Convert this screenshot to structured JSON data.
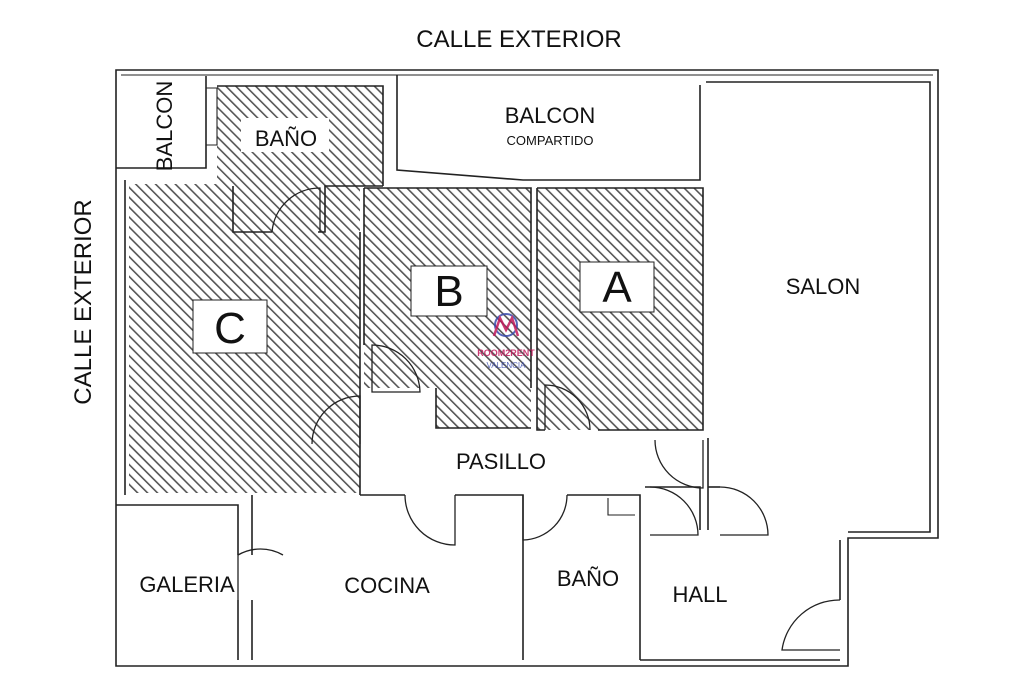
{
  "streets": {
    "top": "CALLE EXTERIOR",
    "left": "CALLE EXTERIOR"
  },
  "rooms": {
    "balcon_small": "BALCON",
    "bano_top": "BAÑO",
    "balcon_shared": "BALCON",
    "balcon_shared_sub": "COMPARTIDO",
    "room_c": "C",
    "room_b": "B",
    "room_a": "A",
    "salon": "SALON",
    "pasillo": "PASILLO",
    "galeria": "GALERIA",
    "cocina": "COCINA",
    "bano_bottom": "BAÑO",
    "hall": "HALL"
  },
  "watermark": {
    "line1": "ROOM2RENT",
    "line2": "VALENCIA"
  },
  "colors": {
    "wall": "#222222",
    "hatch": "#555555",
    "watermark": "#c2185b",
    "watermark_blue": "#3949ab"
  }
}
